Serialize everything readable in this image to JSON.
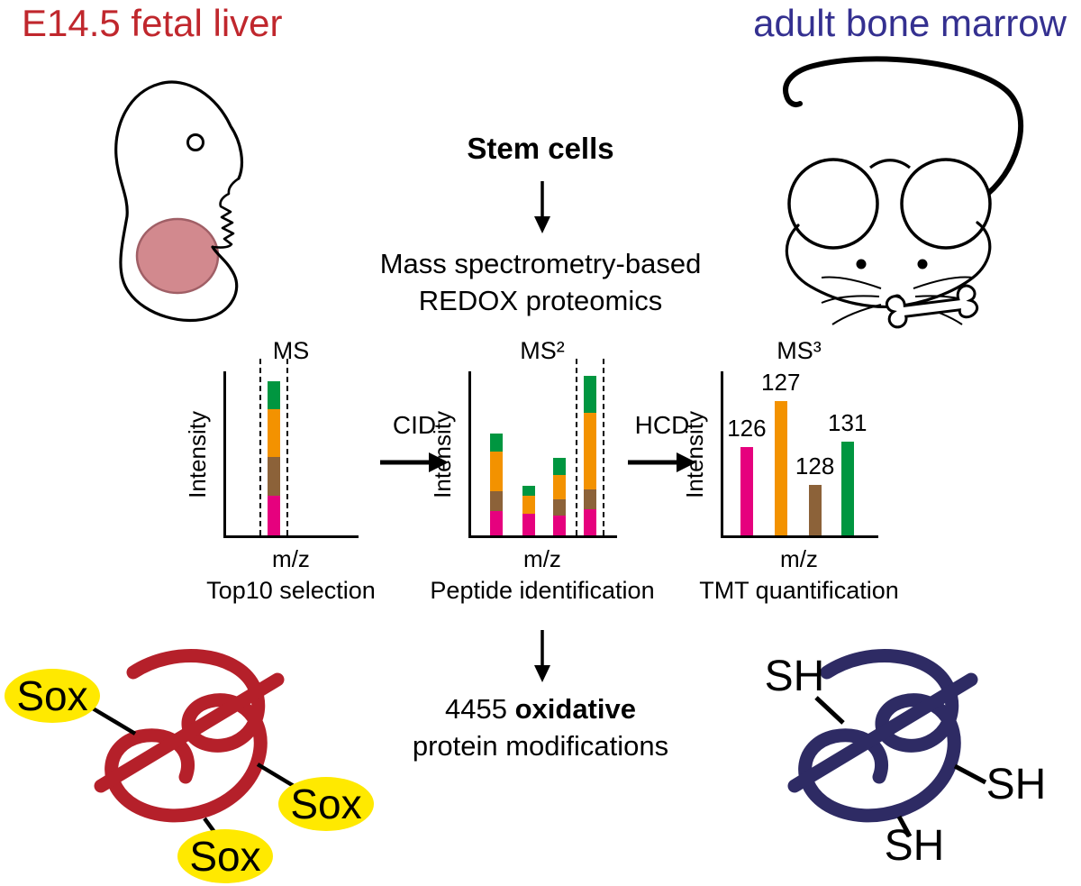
{
  "titles": {
    "left": "E14.5 fetal liver",
    "right": "adult bone marrow"
  },
  "flow": {
    "stem_cells": "Stem cells",
    "ms_line1": "Mass spectrometry-based",
    "ms_line2": "REDOX proteomics",
    "cid": "CID",
    "hcd": "HCD",
    "result_count": "4455",
    "result_bold": "oxidative",
    "result_line2": "protein modifications"
  },
  "proteins": {
    "left_label": "Sox",
    "right_label": "SH"
  },
  "colors": {
    "title_left": "#c0272d",
    "title_right": "#343090",
    "protein_left": "#b5202a",
    "protein_right": "#2e2b64",
    "sox_badge": "#ffe900",
    "liver": "#d2898e",
    "tmt_pink": "#e6017e",
    "tmt_orange": "#f39200",
    "tmt_brown": "#8c6239",
    "tmt_green": "#009640"
  },
  "chart_data": [
    {
      "type": "bar",
      "stacked": true,
      "title": "MS",
      "ylabel": "Intensity",
      "xlabel": "m/z",
      "caption": "Top10 selection",
      "ylim": [
        0,
        100
      ],
      "grid": false,
      "legend": false,
      "bars": [
        {
          "x": 0.31,
          "window": true,
          "segments": [
            {
              "color": "#e6017e",
              "value": 24
            },
            {
              "color": "#8c6239",
              "value": 24
            },
            {
              "color": "#f39200",
              "value": 29
            },
            {
              "color": "#009640",
              "value": 17
            }
          ]
        }
      ]
    },
    {
      "type": "bar",
      "stacked": true,
      "title": "MS²",
      "ylabel": "Intensity",
      "xlabel": "m/z",
      "caption": "Peptide identification",
      "ylim": [
        0,
        100
      ],
      "grid": false,
      "legend": false,
      "bars": [
        {
          "x": 0.13,
          "segments": [
            {
              "color": "#e6017e",
              "value": 15
            },
            {
              "color": "#8c6239",
              "value": 12
            },
            {
              "color": "#f39200",
              "value": 24
            },
            {
              "color": "#009640",
              "value": 11
            }
          ]
        },
        {
          "x": 0.35,
          "segments": [
            {
              "color": "#e6017e",
              "value": 13
            },
            {
              "color": "#f39200",
              "value": 11
            },
            {
              "color": "#009640",
              "value": 6
            }
          ]
        },
        {
          "x": 0.56,
          "segments": [
            {
              "color": "#e6017e",
              "value": 12
            },
            {
              "color": "#8c6239",
              "value": 10
            },
            {
              "color": "#f39200",
              "value": 15
            },
            {
              "color": "#009640",
              "value": 10
            }
          ]
        },
        {
          "x": 0.77,
          "window": true,
          "segments": [
            {
              "color": "#e6017e",
              "value": 16
            },
            {
              "color": "#8c6239",
              "value": 12
            },
            {
              "color": "#f39200",
              "value": 47
            },
            {
              "color": "#009640",
              "value": 22
            }
          ]
        }
      ]
    },
    {
      "type": "bar",
      "stacked": false,
      "title": "MS³",
      "ylabel": "Intensity",
      "xlabel": "m/z",
      "caption": "TMT quantification",
      "ylim": [
        0,
        100
      ],
      "grid": false,
      "legend": false,
      "bars": [
        {
          "x": 0.11,
          "label": "126",
          "segments": [
            {
              "color": "#e6017e",
              "value": 54
            }
          ]
        },
        {
          "x": 0.33,
          "label": "127",
          "segments": [
            {
              "color": "#f39200",
              "value": 82
            }
          ]
        },
        {
          "x": 0.55,
          "label": "128",
          "segments": [
            {
              "color": "#8c6239",
              "value": 31
            }
          ]
        },
        {
          "x": 0.76,
          "label": "131",
          "segments": [
            {
              "color": "#009640",
              "value": 57
            }
          ]
        }
      ]
    }
  ]
}
